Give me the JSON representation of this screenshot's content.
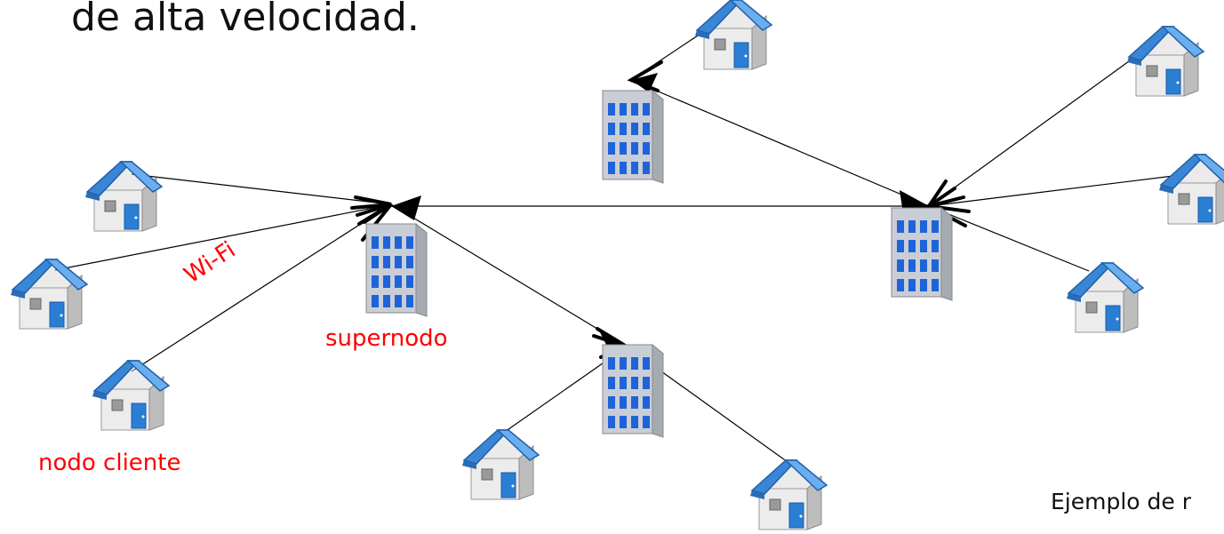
{
  "title_fragment": "de alta velocidad.",
  "labels": {
    "wifi": "Wi-Fi",
    "supernode": "supernodo",
    "client_node": "nodo cliente",
    "caption_fragment": "Ejemplo de r"
  },
  "colors": {
    "label_red": "#ff0000",
    "house_roof": "#3a86d6",
    "house_wall": "#e9e9e9",
    "door": "#2a7fd4",
    "building_window": "#1f63d8",
    "line": "#000000"
  },
  "icons": {
    "house": "house-icon",
    "building": "building-icon"
  }
}
